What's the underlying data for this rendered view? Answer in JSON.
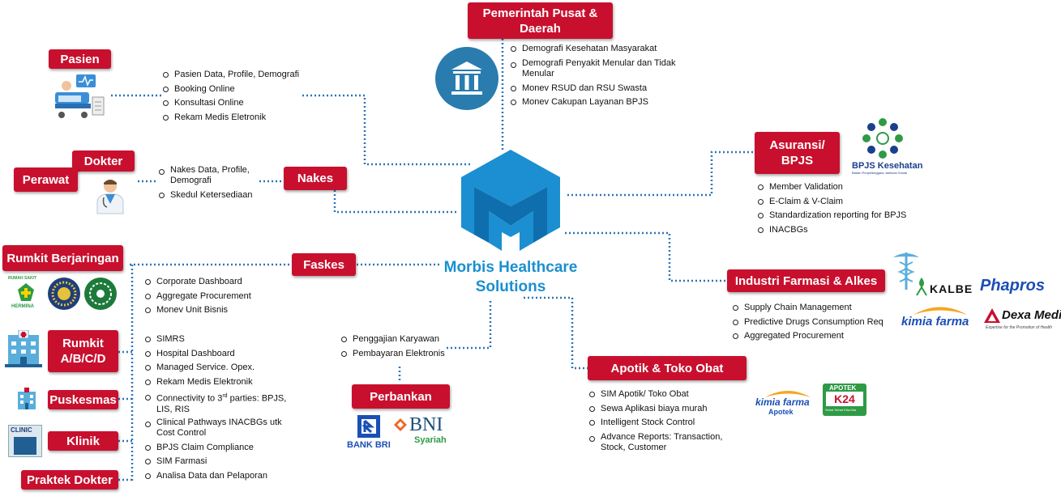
{
  "center": {
    "line1": "Morbis Healthcare",
    "line2": "Solutions"
  },
  "labels": {
    "pemerintah": "Pemerintah Pusat &\nDaerah",
    "pasien": "Pasien",
    "dokter": "Dokter",
    "perawat": "Perawat",
    "nakes": "Nakes",
    "asuransi": "Asuransi/\nBPJS",
    "rumkit_berjaringan": "Rumkit Berjaringan",
    "faskes": "Faskes",
    "industri": "Industri Farmasi & Alkes",
    "rumkit_abcd": "Rumkit\nA/B/C/D",
    "puskesmas": "Puskesmas",
    "klinik": "Klinik",
    "praktek": "Praktek Dokter",
    "perbankan": "Perbankan",
    "apotik": "Apotik & Toko Obat"
  },
  "lists": {
    "pemerintah": [
      "Demografi Kesehatan Masyarakat",
      "Demografi Penyakit Menular dan Tidak Menular",
      "Monev RSUD dan RSU Swasta",
      "Monev Cakupan Layanan BPJS"
    ],
    "pasien": [
      "Pasien Data, Profile, Demografi",
      "Booking Online",
      "Konsultasi Online",
      "Rekam Medis Eletronik"
    ],
    "nakes": [
      "Nakes Data, Profile, Demografi",
      "Skedul Ketersediaan"
    ],
    "asuransi": [
      "Member Validation",
      "E-Claim & V-Claim",
      "Standardization reporting for BPJS",
      "INACBGs"
    ],
    "industri": [
      "Supply Chain Management",
      "Predictive Drugs Consumption Req",
      "Aggregated Procurement"
    ],
    "rumkit_berjaringan": [
      "Corporate Dashboard",
      "Aggregate Procurement",
      "Monev Unit Bisnis"
    ],
    "rumkit": [
      "SIMRS",
      "Hospital Dashboard",
      "Managed Service. Opex.",
      "Rekam Medis Elektronik",
      "Connectivity to 3rd parties: BPJS, LIS, RIS",
      "Clinical Pathways INACBGs utk Cost Control",
      "BPJS Claim Compliance",
      "SIM Farmasi",
      "Analisa Data dan Pelaporan"
    ],
    "perbankan": [
      "Penggajian Karyawan",
      "Pembayaran Elektronis"
    ],
    "apotik": [
      "SIM Apotik/ Toko Obat",
      "Sewa Aplikasi biaya murah",
      "Intelligent Stock Control",
      "Advance Reports: Transaction, Stock, Customer"
    ]
  },
  "logos": {
    "bpjs_title": "BPJS Kesehatan",
    "bpjs_sub": "Badan Penyelenggara Jaminan Sosial",
    "kalbe": "KALBE",
    "phapros": "Phapros",
    "kimia_farma": "kimia farma",
    "dexa": "Dexa Medica",
    "dexa_sub": "Expertise for the Promotion of Health",
    "kf_apotek": "kimia farma",
    "kf_apotek_sub": "Apotek",
    "k24_top": "APOTEK",
    "k24_main": "K24",
    "k24_sub": "Sehat Sehat Kita-Kita",
    "bri": "BANK BRI",
    "bni": "BNI",
    "bni_sub": "Syariah",
    "hermina": "HERMINA",
    "rumah_sakit": "RUMAH SAKIT",
    "clinic": "CLINIC"
  },
  "colors": {
    "label_red": "#c8102e",
    "connector_blue": "#2e75b6",
    "brand_blue": "#1b8fd1"
  }
}
